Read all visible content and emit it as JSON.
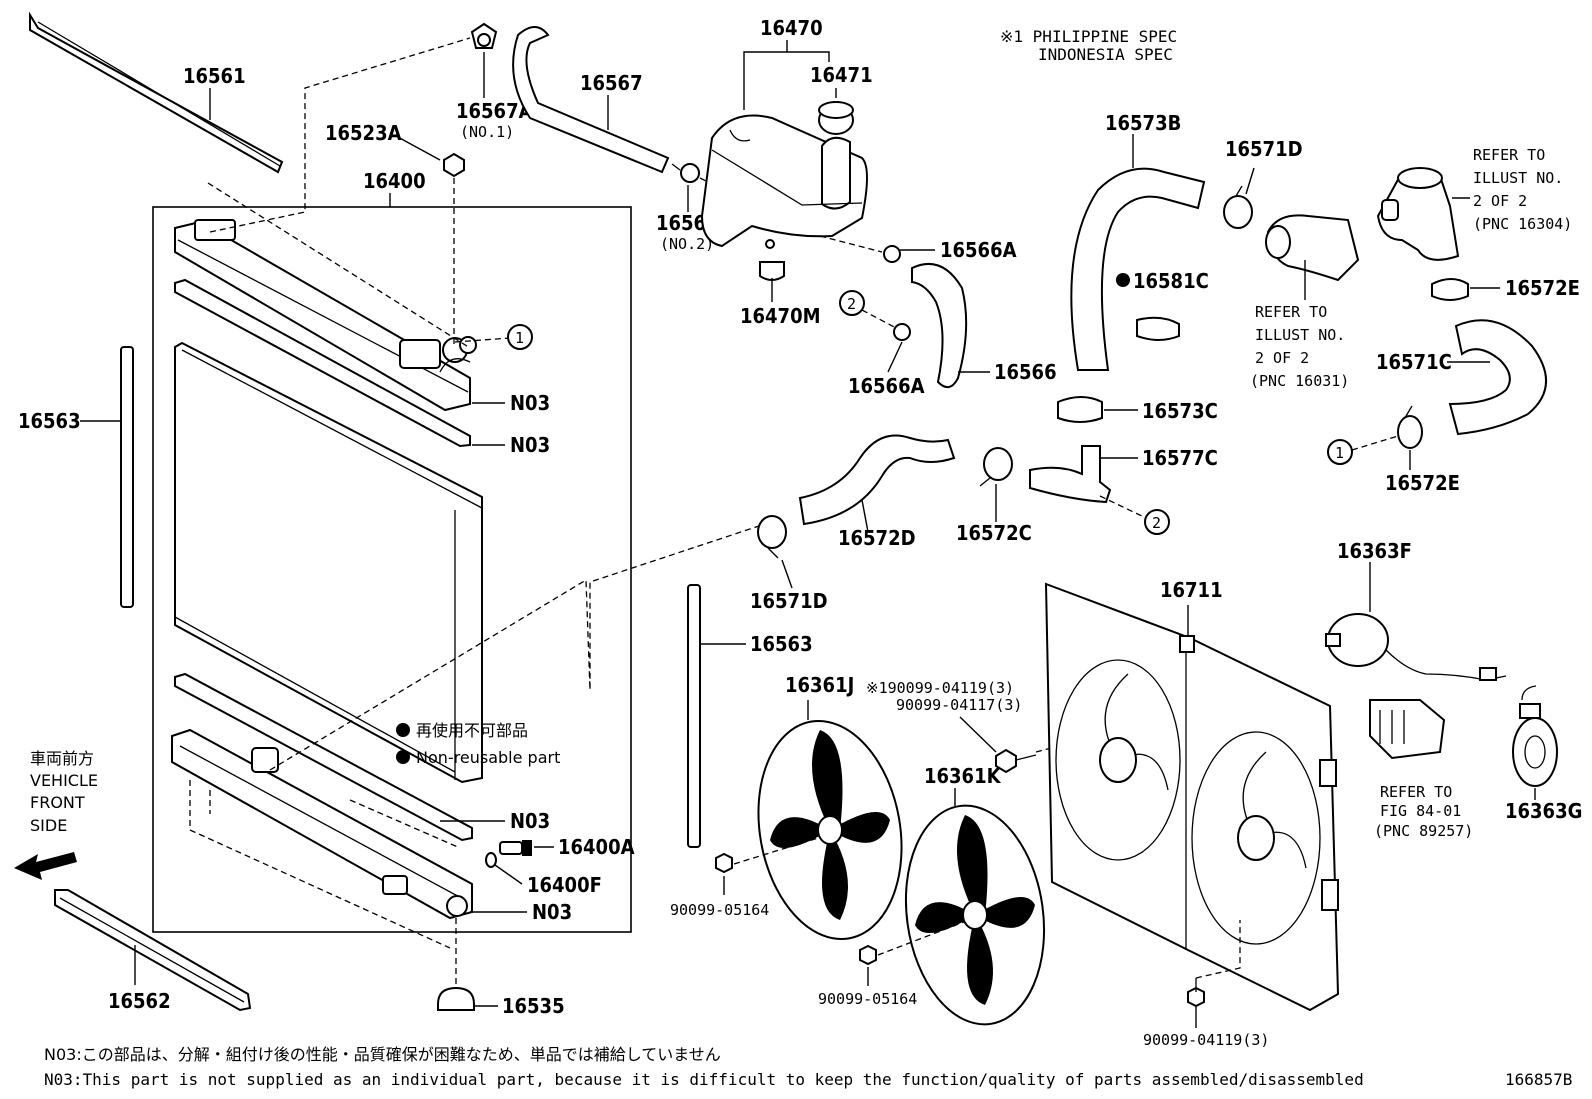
{
  "header": {
    "spec_line1": "※1 PHILIPPINE SPEC",
    "spec_line2": "INDONESIA SPEC"
  },
  "labels": {
    "p16561": "16561",
    "p16567A_top": "16567A",
    "p16567A_top_sub": "(NO.1)",
    "p16523A": "16523A",
    "p16400": "16400",
    "p16567": "16567",
    "p16470": "16470",
    "p16471": "16471",
    "p16567A_mid": "16567A",
    "p16567A_mid_sub": "(NO.2)",
    "p16470M": "16470M",
    "p16566A_top": "16566A",
    "p16566A_bot": "16566A",
    "p16566": "16566",
    "p16573B": "16573B",
    "p16581C": "16581C",
    "p16571D_top": "16571D",
    "p16572E_top": "16572E",
    "p16571C": "16571C",
    "p16572E_bot": "16572E",
    "p16573C": "16573C",
    "p16577C": "16577C",
    "p16572C": "16572C",
    "p16572D": "16572D",
    "p16571D_bot": "16571D",
    "p16563_left": "16563",
    "p16563_mid": "16563",
    "n03_1": "N03",
    "n03_2": "N03",
    "n03_3": "N03",
    "n03_4": "N03",
    "p16400A": "16400A",
    "p16400F": "16400F",
    "p16535": "16535",
    "p16562": "16562",
    "p16361J": "16361J",
    "p16361K": "16361K",
    "bolt_spec1": "※190099-04119(3)",
    "bolt_spec2": "90099-04117(3)",
    "p90099_05164_a": "90099-05164",
    "p90099_05164_b": "90099-05164",
    "p90099_04119": "90099-04119(3)",
    "p16711": "16711",
    "p16363F": "16363F",
    "p16363G": "16363G",
    "circle1": "1",
    "circle2": "2"
  },
  "refs": {
    "ref_16304": [
      "REFER TO",
      "ILLUST NO.",
      "2 OF 2",
      "(PNC 16304)"
    ],
    "ref_16031": [
      "REFER TO",
      "ILLUST NO.",
      "2 OF 2",
      "(PNC 16031)"
    ],
    "ref_fig": [
      "REFER TO",
      "FIG 84-01",
      "(PNC 89257)"
    ]
  },
  "legend": {
    "jp": "再使用不可部品",
    "en": "Non-reusable part"
  },
  "vehicle": {
    "jp": "車両前方",
    "line1": "VEHICLE",
    "line2": "FRONT",
    "line3": "SIDE"
  },
  "footer": {
    "note_jp": "N03:この部品は、分解・組付け後の性能・品質確保が困難なため、単品では補給していません",
    "note_en": "N03:This part is not supplied as an individual part, because it is difficult to keep the function/quality of parts assembled/disassembled",
    "figure_id": "166857B"
  }
}
